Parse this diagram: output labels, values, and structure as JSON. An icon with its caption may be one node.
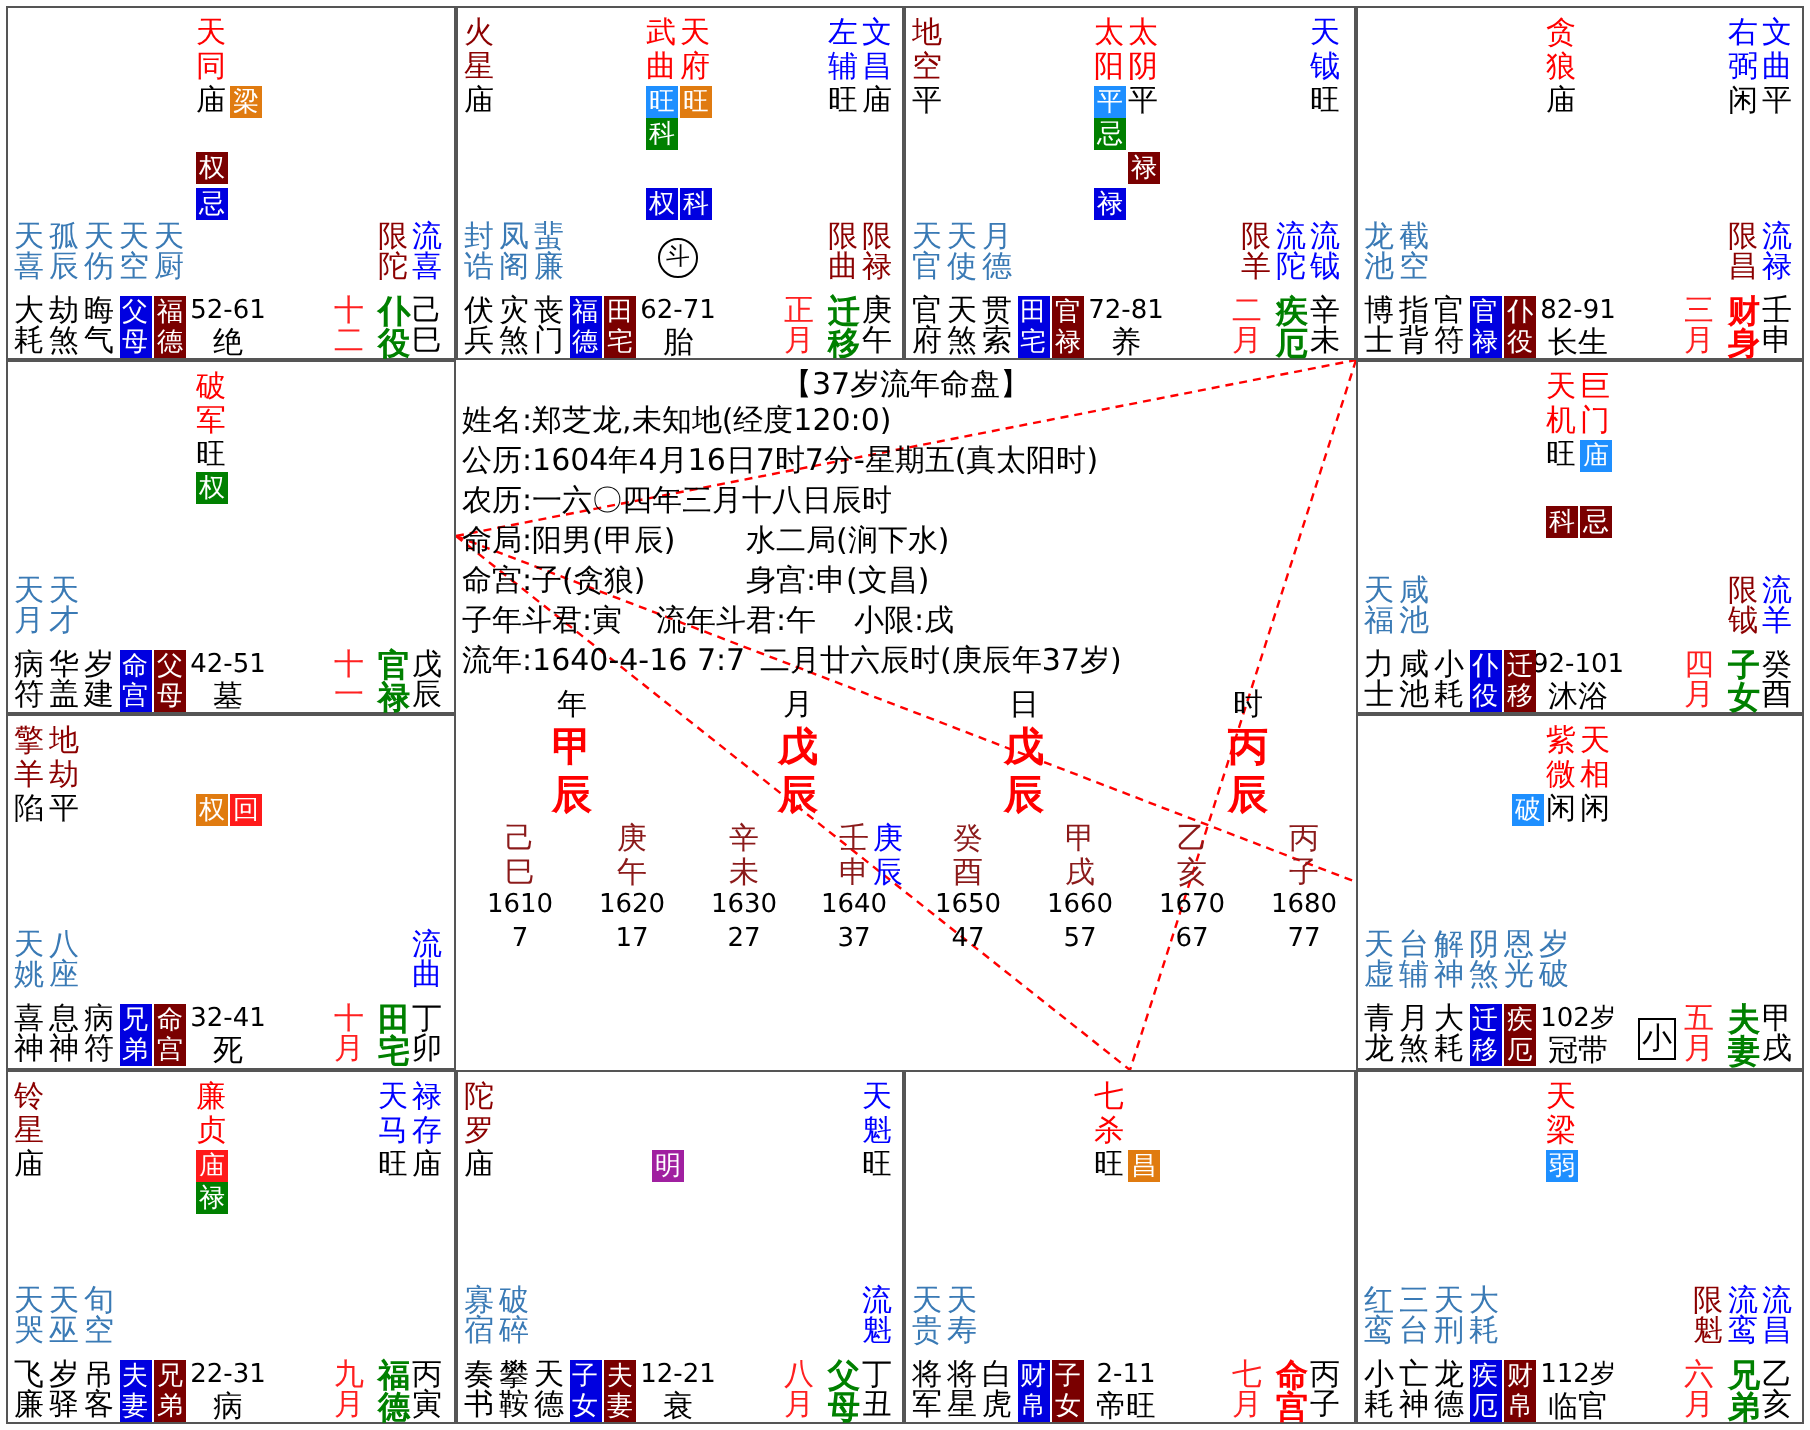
{
  "diagram": {
    "nodes": [
      {
        "text": [
          "天同",
          "庙",
          "天喜",
          "孤辰",
          "天伤",
          "天空",
          "天厨",
          "限陀",
          "流喜",
          "大耗",
          "劫煞",
          "晦气",
          "52-61",
          "绝",
          "十二",
          "仆役",
          "己巳"
        ]
      },
      {
        "text": [
          "梁"
        ],
        "in": 0
      },
      {
        "text": [
          "权"
        ],
        "in": 0
      },
      {
        "text": [
          "忌"
        ],
        "in": 0
      },
      {
        "text": [
          "父母"
        ],
        "in": 0
      },
      {
        "text": [
          "福德"
        ],
        "in": 0
      },
      {
        "text": [
          "火星",
          "庙",
          "武曲",
          "天府",
          "左辅",
          "文昌",
          "旺",
          "庙",
          "封诰",
          "凤阁",
          "蜚廉",
          "限曲",
          "限禄",
          "伏兵",
          "灾煞",
          "丧门",
          "62-71",
          "胎",
          "正月",
          "迁移",
          "庚午"
        ]
      },
      {
        "text": [
          "旺"
        ],
        "in": 6
      },
      {
        "text": [
          "旺"
        ],
        "in": 6
      },
      {
        "text": [
          "科"
        ],
        "in": 6
      },
      {
        "text": [
          "权"
        ],
        "in": 6
      },
      {
        "text": [
          "科"
        ],
        "in": 6
      },
      {
        "text": [
          "斗"
        ],
        "in": 6
      },
      {
        "text": [
          "福德"
        ],
        "in": 6
      },
      {
        "text": [
          "田宅"
        ],
        "in": 6
      },
      {
        "text": [
          "地空",
          "平",
          "太阳",
          "太阴",
          "平",
          "天钺",
          "旺",
          "天官",
          "天使",
          "月德",
          "限羊",
          "流陀",
          "流钺",
          "官府",
          "天煞",
          "贯索",
          "72-81",
          "养",
          "二月",
          "疾厄",
          "辛未"
        ]
      },
      {
        "text": [
          "平"
        ],
        "in": 15
      },
      {
        "text": [
          "忌"
        ],
        "in": 15
      },
      {
        "text": [
          "禄"
        ],
        "in": 15
      },
      {
        "text": [
          "禄"
        ],
        "in": 15
      },
      {
        "text": [
          "田宅"
        ],
        "in": 15
      },
      {
        "text": [
          "官禄"
        ],
        "in": 15
      },
      {
        "text": [
          "贪狼",
          "庙",
          "右弼",
          "文曲",
          "闲",
          "平",
          "龙池",
          "截空",
          "限昌",
          "流禄",
          "博士",
          "指背",
          "官符",
          "82-91",
          "长生",
          "三月",
          "财身",
          "壬申"
        ]
      },
      {
        "text": [
          "官禄"
        ],
        "in": 22
      },
      {
        "text": [
          "仆役"
        ],
        "in": 22
      },
      {
        "text": [
          "破军",
          "旺",
          "天月",
          "天才",
          "病符",
          "华盖",
          "岁建",
          "42-51",
          "墓",
          "十一",
          "官禄",
          "戊辰"
        ]
      },
      {
        "text": [
          "权"
        ],
        "in": 25
      },
      {
        "text": [
          "命宫"
        ],
        "in": 25
      },
      {
        "text": [
          "父母"
        ],
        "in": 25
      },
      {
        "text": [
          "天机",
          "巨门",
          "旺",
          "天福",
          "咸池",
          "限钺",
          "流羊",
          "力士",
          "咸池",
          "小耗",
          "92-101",
          "沐浴",
          "四月",
          "子女",
          "癸酉"
        ]
      },
      {
        "text": [
          "庙"
        ],
        "in": 29
      },
      {
        "text": [
          "科"
        ],
        "in": 29
      },
      {
        "text": [
          "忌"
        ],
        "in": 29
      },
      {
        "text": [
          "仆役"
        ],
        "in": 29
      },
      {
        "text": [
          "迁移"
        ],
        "in": 29
      },
      {
        "text": [
          "擎羊",
          "地劫",
          "陷",
          "平",
          "天姚",
          "八座",
          "流曲",
          "喜神",
          "息神",
          "病符",
          "32-41",
          "死",
          "十月",
          "田宅",
          "丁卯"
        ]
      },
      {
        "text": [
          "权"
        ],
        "in": 35
      },
      {
        "text": [
          "回"
        ],
        "in": 35
      },
      {
        "text": [
          "兄弟"
        ],
        "in": 35
      },
      {
        "text": [
          "命宫"
        ],
        "in": 35
      },
      {
        "text": [
          "紫微",
          "天相",
          "闲",
          "闲",
          "天虚",
          "台辅",
          "解神",
          "阴煞",
          "恩光",
          "岁破",
          "青龙",
          "月煞",
          "大耗",
          "102岁",
          "冠带",
          "五月",
          "夫妻",
          "甲戌"
        ]
      },
      {
        "text": [
          "破"
        ],
        "in": 40
      },
      {
        "text": [
          "迁移"
        ],
        "in": 40
      },
      {
        "text": [
          "疾厄"
        ],
        "in": 40
      },
      {
        "text": [
          "小"
        ],
        "in": 40
      },
      {
        "text": [
          "铃星",
          "庙",
          "廉贞",
          "天马",
          "禄存",
          "旺",
          "庙",
          "天哭",
          "天巫",
          "旬空",
          "飞廉",
          "岁驿",
          "吊客",
          "22-31",
          "病",
          "九月",
          "福德",
          "丙寅"
        ]
      },
      {
        "text": [
          "庙"
        ],
        "in": 45
      },
      {
        "text": [
          "禄"
        ],
        "in": 45
      },
      {
        "text": [
          "夫妻"
        ],
        "in": 45
      },
      {
        "text": [
          "兄弟"
        ],
        "in": 45
      },
      {
        "text": [
          "陀罗",
          "庙",
          "天魁",
          "旺",
          "寡宿",
          "破碎",
          "流魁",
          "奏书",
          "攀鞍",
          "天德",
          "12-21",
          "衰",
          "八月",
          "父母",
          "丁丑"
        ]
      },
      {
        "text": [
          "明"
        ],
        "in": 50
      },
      {
        "text": [
          "子女"
        ],
        "in": 50
      },
      {
        "text": [
          "夫妻"
        ],
        "in": 50
      },
      {
        "text": [
          "七杀",
          "旺",
          "天贵",
          "天寿",
          "将军",
          "将星",
          "白虎",
          "2-11",
          "帝旺",
          "七月",
          "命宫",
          "丙子"
        ]
      },
      {
        "text": [
          "昌"
        ],
        "in": 54
      },
      {
        "text": [
          "财帛"
        ],
        "in": 54
      },
      {
        "text": [
          "子女"
        ],
        "in": 54
      },
      {
        "text": [
          "天梁",
          "红鸾",
          "三台",
          "天刑",
          "大耗",
          "限魁",
          "流鸾",
          "流昌",
          "小耗",
          "亡神",
          "龙德",
          "112岁",
          "临官",
          "六月",
          "兄弟",
          "乙亥"
        ]
      },
      {
        "text": [
          "弱"
        ],
        "in": 58
      },
      {
        "text": [
          "疾厄"
        ],
        "in": 58
      },
      {
        "text": [
          "财帛"
        ],
        "in": 58
      }
    ],
    "edges": [
      {
        "from": 25,
        "to": 22,
        "arrow": "none",
        "style": "dashed",
        "color": "#ff0000"
      },
      {
        "from": 25,
        "to": 54,
        "arrow": "none",
        "style": "dashed",
        "color": "#ff0000"
      },
      {
        "from": 25,
        "to": 40,
        "arrow": "none",
        "style": "dashed",
        "color": "#ff0000"
      },
      {
        "from": 22,
        "to": 54,
        "arrow": "none",
        "style": "dashed",
        "color": "#ff0000"
      }
    ],
    "labels": [
      "【37岁流年命盘】",
      "姓名:郑芝龙,未知地(经度120:0)",
      "公历:1604年4月16日7时7分-星期五(真太阳时)",
      "农历:一六〇四年三月十八日辰时",
      "命局:阳男(甲辰)",
      "水二局(涧下水)",
      "命宫:子(贪狼)",
      "身宫:申(文昌)",
      "子年斗君:寅",
      "流年斗君:午",
      "小限:戌",
      "流年:1640-4-16 7:7",
      "二月廿六辰时(庚辰年37岁)",
      "年",
      "月",
      "日",
      "时",
      "甲辰",
      "戊辰",
      "戊辰",
      "丙辰",
      "己巳",
      "庚午",
      "辛未",
      "壬申",
      "庚辰",
      "癸酉",
      "甲戌",
      "乙亥",
      "丙子",
      "1610",
      "1620",
      "1630",
      "1640",
      "1650",
      "1660",
      "1670",
      "1680",
      "7",
      "17",
      "27",
      "37",
      "47",
      "57",
      "67",
      "77"
    ]
  }
}
